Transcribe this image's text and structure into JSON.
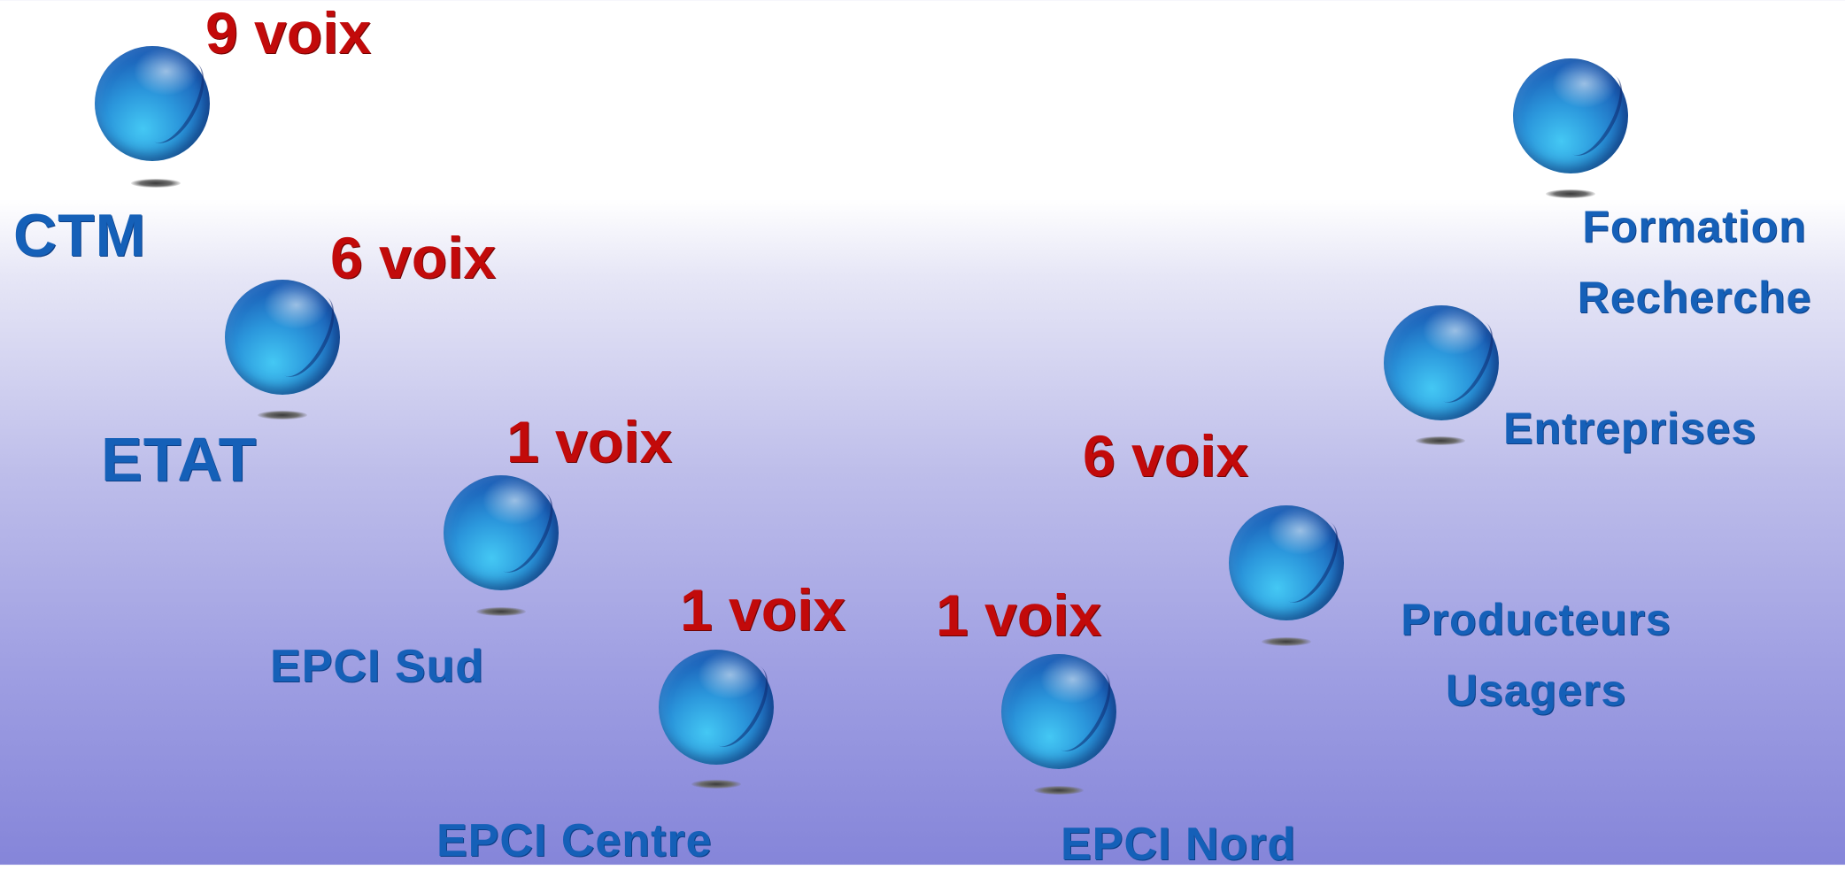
{
  "nodes": {
    "ctm": {
      "label": "CTM",
      "votes": "9 voix"
    },
    "etat": {
      "label": "ETAT",
      "votes": "6 voix"
    },
    "epci_sud": {
      "label": "EPCI Sud",
      "votes": "1 voix"
    },
    "epci_centre": {
      "label": "EPCI Centre",
      "votes": "1 voix"
    },
    "epci_nord": {
      "label": "EPCI Nord",
      "votes": "1 voix"
    },
    "producteurs_usagers": {
      "label_line1": "Producteurs",
      "label_line2": "Usagers",
      "votes": "6 voix"
    },
    "entreprises": {
      "label": "Entreprises"
    },
    "formation_recherche": {
      "label_line1": "Formation",
      "label_line2": "Recherche"
    }
  },
  "colors": {
    "label": "#1560b8",
    "votes": "#c20a0a",
    "sphere": "#2b97dc",
    "background_bottom": "#8585d9"
  }
}
